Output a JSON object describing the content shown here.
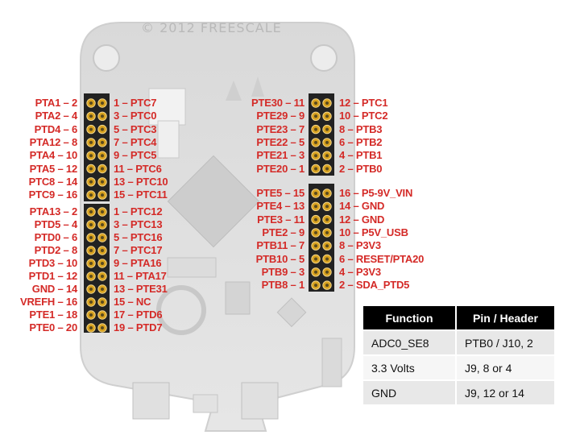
{
  "board": {
    "silkscreen": "© 2012 FREESCALE"
  },
  "headers": {
    "j1": {
      "left": [
        "PTA1 – 2",
        "PTA2 – 4",
        "PTD4 – 6",
        "PTA12 – 8",
        "PTA4 – 10",
        "PTA5 – 12",
        "PTC8 – 14",
        "PTC9 – 16"
      ],
      "right": [
        "1 – PTC7",
        "3 – PTC0",
        "5 – PTC3",
        "7 – PTC4",
        "9 – PTC5",
        "11 – PTC6",
        "13 – PTC10",
        "15 – PTC11"
      ]
    },
    "j2": {
      "left": [
        "PTA13 – 2",
        "PTD5 – 4",
        "PTD0 – 6",
        "PTD2 – 8",
        "PTD3 – 10",
        "PTD1 – 12",
        "GND – 14",
        "VREFH – 16",
        "PTE1 – 18",
        "PTE0 – 20"
      ],
      "right": [
        "1 – PTC12",
        "3 – PTC13",
        "5 – PTC16",
        "7 – PTC17",
        "9 – PTA16",
        "11 – PTA17",
        "13 – PTE31",
        "15 – NC",
        "17 – PTD6",
        "19 – PTD7"
      ]
    },
    "j10": {
      "left": [
        "PTE30 – 11",
        "PTE29 – 9",
        "PTE23 – 7",
        "PTE22 – 5",
        "PTE21 – 3",
        "PTE20 – 1"
      ],
      "right": [
        "12 – PTC1",
        "10 – PTC2",
        "8 – PTB3",
        "6 – PTB2",
        "4 – PTB1",
        "2 – PTB0"
      ]
    },
    "j9": {
      "left": [
        "PTE5 – 15",
        "PTE4 – 13",
        "PTE3 – 11",
        "PTE2 – 9",
        "PTB11 – 7",
        "PTB10 – 5",
        "PTB9 – 3",
        "PTB8 – 1"
      ],
      "right": [
        "16 – P5-9V_VIN",
        "14 – GND",
        "12 – GND",
        "10 – P5V_USB",
        "8 – P3V3",
        "6 – RESET/PTA20",
        "4 – P3V3",
        "2 – SDA_PTD5"
      ]
    }
  },
  "table": {
    "headers": [
      "Function",
      "Pin / Header"
    ],
    "rows": [
      [
        "ADC0_SE8",
        "PTB0 / J10, 2"
      ],
      [
        "3.3 Volts",
        "J9, 8 or 4"
      ],
      [
        "GND",
        "J9, 12 or 14"
      ]
    ]
  }
}
